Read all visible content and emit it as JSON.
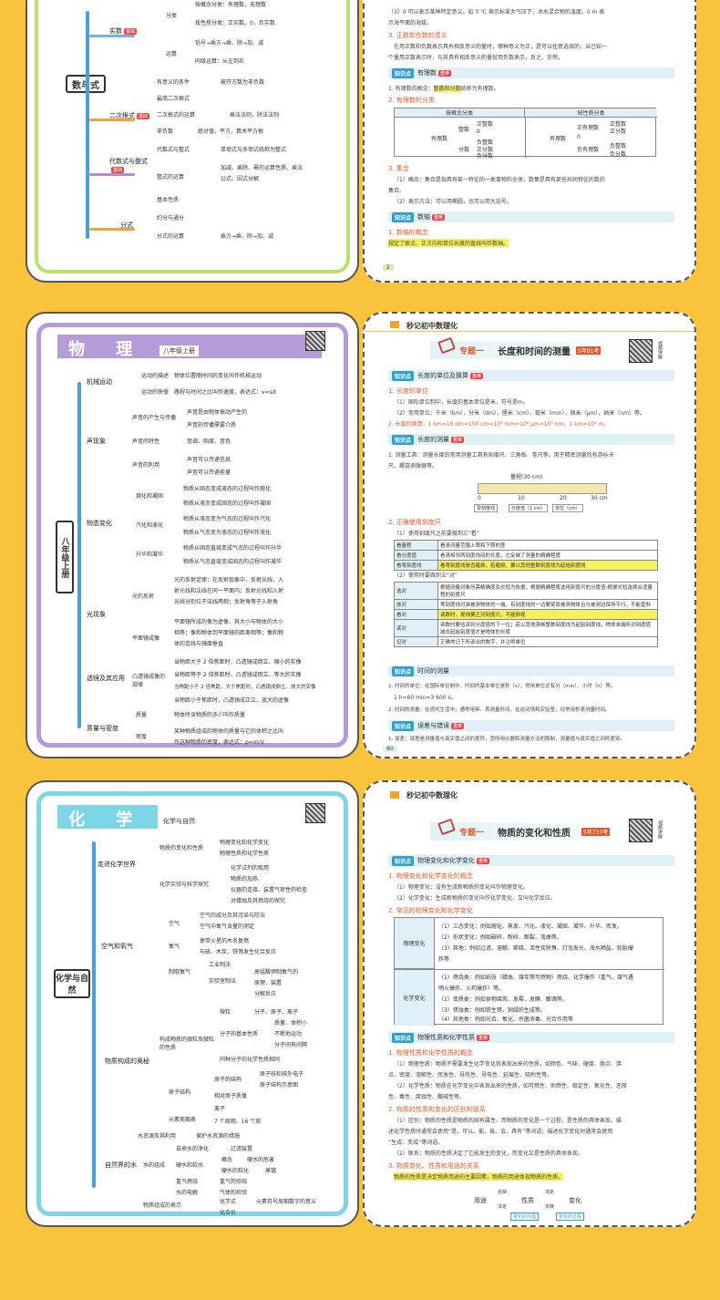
{
  "math_card": {
    "root": "数与式",
    "tag": "基础",
    "branches": [
      {
        "label": "实数",
        "tag": "基础"
      },
      {
        "label": "二次根式",
        "tag": "基础"
      },
      {
        "label": "代数式与整式",
        "tag": "基础"
      },
      {
        "label": "分式"
      }
    ],
    "sub": [
      "分类",
      "运算",
      "有意义的条件",
      "最简二次根式",
      "二次根式的运算",
      "非负数",
      "代数式与整式",
      "整式的运算",
      "基本性质",
      "约分与通分",
      "分式的运算"
    ],
    "leaves": [
      "按概念分类：有理数，无理数",
      "按性质分类：正实数，0，负实数",
      "括号→乘方→乘、除→加、减",
      "同级运算：从左到右",
      "被开方数为非负数",
      "乘法法则，除法法则",
      "绝对值，平方，算术平方根",
      "单项式与多项式统称为整式",
      "加减、乘除、幂的运算性质、乘法",
      "公式、因式分解",
      "乘方→乘、除→加、减"
    ]
  },
  "math_page": {
    "lines": [
      "（3）0 可以表示某种特定意义，如 0 ℃ 表示标准大气压下，冰水混合物的温度。0 m 表",
      "示海平面的海拔。"
    ],
    "sec3_title": "3. 正数和负数的意义",
    "sec3_lines": [
      "在用正数和负数表示具有相反意义的量时，哪种意义为正，是可以任意选择的，当已知一",
      "个量用正数表示时，与其具有相反意义的量就用负数表示，反之，亦然。"
    ],
    "kp2": "有理数",
    "kp_label": "知识点",
    "kp2_tag": "重难",
    "r1": "1. 有理数的概念：",
    "r1_hl": "整数和分数",
    "r1_tail": "统称为有理数。",
    "r2": "2. 有理数的分类",
    "table_head": [
      "按概念分类",
      "按性质分类"
    ],
    "table_left": [
      "有理数",
      "整数",
      "正整数",
      "0",
      "负整数",
      "分数",
      "正分数",
      "负分数"
    ],
    "table_right": [
      "有理数",
      "正有理数",
      "正整数",
      "正分数",
      "0",
      "负有理数",
      "负整数",
      "负分数"
    ],
    "r3": "3. 集合",
    "r3_lines": [
      "（1）概念：集合是指具有某一特征的一类事物的全体，数集是具有某些共同特征的数的",
      "集合。",
      "（2）表示方法：可以用椭圆，也可以用大括号。"
    ],
    "kp3": "数轴",
    "kp3_tag": "重难",
    "n1": "1. 数轴的概念",
    "n1_hl": "规定了原点、正方向和单位长度的直线叫作数轴。",
    "page_no": "2"
  },
  "physics_card": {
    "title": "物 理",
    "grade": "八年级上册",
    "root": "八年级上册",
    "branches": [
      "机械运动",
      "声现象",
      "物态变化",
      "光现象",
      "透镜及其应用",
      "质量与密度"
    ],
    "sub": [
      "运动的描述",
      "运动的快慢",
      "声音的产生与传播",
      "声音的特性",
      "声音的利用",
      "熔化和凝固",
      "汽化和液化",
      "升华和凝华",
      "光的反射",
      "平面镜成像",
      "凸透镜成像的规律",
      "质量",
      "密度"
    ],
    "leaves": [
      "物体位置随时间的变化叫作机械运动",
      "路程与时间之比叫作速度，表达式：v=s/t",
      "声音是由物体振动产生的",
      "声音的传播需要介质",
      "音调、响度、音色",
      "声音可以传递信息",
      "声音可以传递能量",
      "物质从固态变成液态的过程叫作熔化",
      "物质从液态变成固态的过程叫作凝固",
      "物质从液态变为气态的过程叫作汽化",
      "物质从气态变为液态的过程叫作液化",
      "物质从固态直接变成气态的过程叫作升华",
      "物质从气态直接变成固态的过程叫作凝华",
      "光的反射定律：在反射现象中，反射光线、入",
      "射光线和法线在同一平面内；反射光线和入射",
      "光线分别位于法线两侧；反射角等于入射角",
      "平面镜所成的像为虚像，其大小与物体的大小",
      "相等；像和物体到平面镜的距离相等；像和物",
      "体的连线与镜面垂直",
      "当物距大于 2 倍焦距时，凸透镜成倒立、缩小的实像",
      "当物距等于 2 倍焦距时，凸透镜成倒立、等大的实像",
      "当物距小于 2 倍焦距、大于焦距时，凸透镜成倒立、放大的实像",
      "当物距小于焦距时，凸透镜成正立、放大的虚像",
      "物体所含物质的多少叫作质量",
      "某种物质组成的物体的质量与它的体积之比叫",
      "作这种物质的密度，表达式：ρ=m/V"
    ]
  },
  "physics_page": {
    "header": "秒记初中数理化",
    "topic_no": "专题一",
    "topic": "长度和时间的测量",
    "topic_tag": "5年81考",
    "qr_text": "视频讲解",
    "kp_label": "知识点",
    "kp1": "长度的单位及换算",
    "kp1_tag": "重难",
    "s1": "1. 长度的单位",
    "s1_lines": [
      "（1）国际单位制中，长度的基本单位是米，符号是m。",
      "（2）常用单位：千米（km），分米（dm），厘米（cm），毫米（mm），微米（μm），纳米（nm）等。"
    ],
    "s2": "2. 长度的换算：1 km=10 dm=100 cm=10³ mm=10⁶ μm=10⁹ nm，1 km=10³ m。",
    "kp2": "长度的测量",
    "kp2_tag": "重难",
    "m1": "1. 测量工具：测量长度的常用测量工具有刻度尺、三角板、卷尺等。用于精密测量的有游标卡",
    "m1b": "尺、螺旋测微器等。",
    "ruler_title": "量程(30 cm)",
    "ruler_labels": [
      "0",
      "10",
      "20",
      "30 cm"
    ],
    "ruler_tags": [
      "零刻度线",
      "分度值（1 cm）",
      "单位（cm）"
    ],
    "m2": "2. 正确使用刻度尺",
    "m2a": "（1）使用刻度尺之前要做到三“看”",
    "look_rows": [
      [
        "看量程",
        "看清测量范围上限和下限的差"
      ],
      [
        "看分度值",
        "看清相邻两刻度线间的长度，它反映了测量的精确程度"
      ],
      [
        "看零刻度线",
        "看零刻度线是否磨损，若磨损，要以其他整数刻度线为起始刻度线"
      ]
    ],
    "m2b": "（2）使用时要做到五“对”",
    "right_rows": [
      [
        "选对",
        "根据测量对象所需精确度及长短为依据，根据精确程度选用刻度尺的分度值;根据长短选择合适量程的刻度尺"
      ],
      [
        "放对",
        "零刻度线对准被测物体的一端，有刻度线的一边要紧靠被测物体且与被测边保持平行，不能歪斜"
      ],
      [
        "看对",
        "读数时，视线要正对刻度尺，不能斜视"
      ],
      [
        "读对",
        "读数时要估读到分度值的下一位；若以其他清晰整数刻度线为起始刻度线，物体末端所对刻度值减去起始刻度值才是物体的长度"
      ],
      [
        "记对",
        "正确地记下所读出的数字，并注明单位"
      ]
    ],
    "kp3": "时间的测量",
    "t1": "1. 时间的单位：在国际单位制中，时间的基本单位是秒（s），常用单位还有分（min）、小时（h）等。",
    "t1b": "1 h=60 min=3 600 s。",
    "t2": "2. 时间的测量：在现代生活中，通常用钟、表测量时间，在运动场和实验室，经常用秒表测量时间。",
    "kp4": "误差与错误",
    "kp4_tag": "重难",
    "e1": "1. 误差：误差是测量值与真实值之间的差异，受所用仪器和测量方法的限制，测量值与真实值之间的差别。",
    "page_no": "80"
  },
  "chem_card": {
    "title": "化 学",
    "subtitle": "化学与自然",
    "root": "化学与自然",
    "branches": [
      "走进化学世界",
      "空气和氧气",
      "物质构成的奥秘",
      "自然界的水"
    ],
    "sub": [
      "物质的变化和性质",
      "化学实验与科学探究",
      "空气",
      "氧气",
      "制取氧气",
      "构成物质的微粒及微粒的性质",
      "原子结构",
      "元素周期表",
      "水资源及其利用",
      "水的组成",
      "物质组成的表示"
    ],
    "leaves": [
      "物理变化和化学变化",
      "物理性质和化学性质",
      "化学试剂的取用",
      "物质的加热",
      "仪器的连接、装置气密性的检查",
      "对蜡烛及其燃烧的探究",
      "空气的成分及其污染与防治",
      "空气中氧气含量的测定",
      "使带火星的木条复燃",
      "与硫、木炭、铁等发生化合反应",
      "工业制法",
      "实验室制法",
      "高锰酸钾制氧气的",
      "原理、装置",
      "分解反应",
      "微粒",
      "分子、原子、离子",
      "分子的基本性质",
      "质量、体积小",
      "不断地运动",
      "分子间有间隔",
      "同种分子的化学性质相同",
      "原子的结构",
      "原子核和核外电子",
      "原子结构示意图",
      "相对原子质量",
      "离子",
      "7 个周期、16 个族",
      "保护水资源的措施",
      "自来水的净化",
      "过滤装置",
      "硬水和软水",
      "概念",
      "硬水的危害",
      "硬水的软化",
      "蒸馏",
      "氢气燃烧",
      "氢气的验纯",
      "水的电解",
      "气体的检验",
      "化学式",
      "元素符号周期数字的意义",
      "化合价"
    ]
  },
  "chem_page": {
    "header": "秒记初中数理化",
    "topic_no": "专题一",
    "topic": "物质的变化和性质",
    "topic_tag": "5年737考",
    "qr_text": "视频讲解",
    "kp_label": "知识点",
    "kp1": "物理变化和化学变化",
    "kp1_tag": "重难",
    "a1": "1. 物理变化和化学变化的概念",
    "a1_lines": [
      "（1）物理变化：没有生成新物质的变化叫作物理变化。",
      "（2）化学变化：生成新物质的变化叫作化学变化，又叫化学反应。"
    ],
    "a2": "2. 常见的物理变化和化学变化",
    "phys_label": "物理变化",
    "phys_lines": [
      "（1）三态变化：例如熔化、蒸发、汽化、液化、凝固、凝华、升华、挥发。",
      "（2）形状变化：例如破碎、粉碎、断裂、弯曲等。",
      "（3）其他：例如过滤、溶解、稀释、活性炭除臭、灯泡发光、海水晒盐、轮胎爆",
      "炸等"
    ],
    "chem_label": "化学变化",
    "chem_lines": [
      "（1）燃烧类：例如纸张（蜡烛、煤炭等可燃物）燃烧、化学爆炸（氢气、煤气遇",
      "明火爆炸、火药爆炸）等。",
      "（2）变质类：例如食物腐败、发霉、发酵、酿酒等。",
      "（3）锈蚀类：例如铁生锈、铜绿的生成等。",
      "（4）其他类：例如光合、氧化、杀菌消毒、光合作用等"
    ],
    "kp2": "物理性质和化学性质",
    "kp2_tag": "重难",
    "b1": "1. 物理性质和化学性质的概念",
    "b1_lines": [
      "（1）物理性质：物质不需要发生化学变化就表现出来的性质，如颜色、气味、硬度、熔点、沸",
      "点、密度、溶解性、挥发性、导热性、导电性、延展性、吸附性等。",
      "（2）化学性质：物质在化学变化中表现出来的性质，如可燃性、助燃性、稳定性、氧化性、还原",
      "性、毒性、腐蚀性、酸碱性等。"
    ],
    "b2": "2. 物质的性质和变化的区别和联系",
    "b2_lines": [
      "（1）区别：物质的性质是物质的固有属性，而物质的变化是一个过程，是性质的具体表现。描",
      "述化学性质时通常会使用“是、可以、能、易、会、具有”等词语；描述化学变化时通常会使用",
      "“生成、变成”等词语。",
      "（2）联系：物质的性质决定了它能发生的变化，而变化又是性质的具体表现。"
    ],
    "b3": "3. 物质变化、性质和用途的关系",
    "b3_hl": "物质的性质是决定物质用途的主要因素，物质的用途体现物质的性质。",
    "flow": [
      "用途",
      "性质",
      "变化"
    ],
    "flow_tags": [
      "变化的内因",
      "变化的过程"
    ],
    "flow_small": [
      "反映",
      "决定",
      "决定",
      "反映"
    ]
  },
  "colors": {
    "bg": "#f9c43b",
    "green": "#b8e26b",
    "purple": "#b59bd8",
    "cyan": "#7dd6e6",
    "accent": "#e2592a",
    "kp": "#2fa1cf"
  }
}
